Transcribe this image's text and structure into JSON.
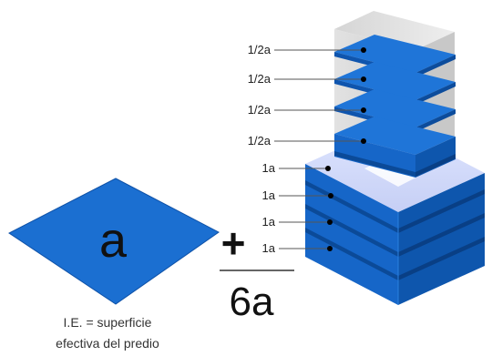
{
  "lot": {
    "label": "a",
    "caption_line1": "I.E. = superficie",
    "caption_line2": "efectiva del predio"
  },
  "operator": "+",
  "result": "6a",
  "floor_labels": [
    "1/2a",
    "1/2a",
    "1/2a",
    "1/2a",
    "1a",
    "1a",
    "1a",
    "1a"
  ],
  "colors": {
    "plate_blue": "#1a6fd0",
    "plate_top": "#1f75d8",
    "plate_front": "#0f55ae",
    "plate_side": "#0c4c9c",
    "ghost_volume": "#d9d9d9",
    "text": "#111111",
    "leader_line": "#555555",
    "point": "#000000"
  }
}
